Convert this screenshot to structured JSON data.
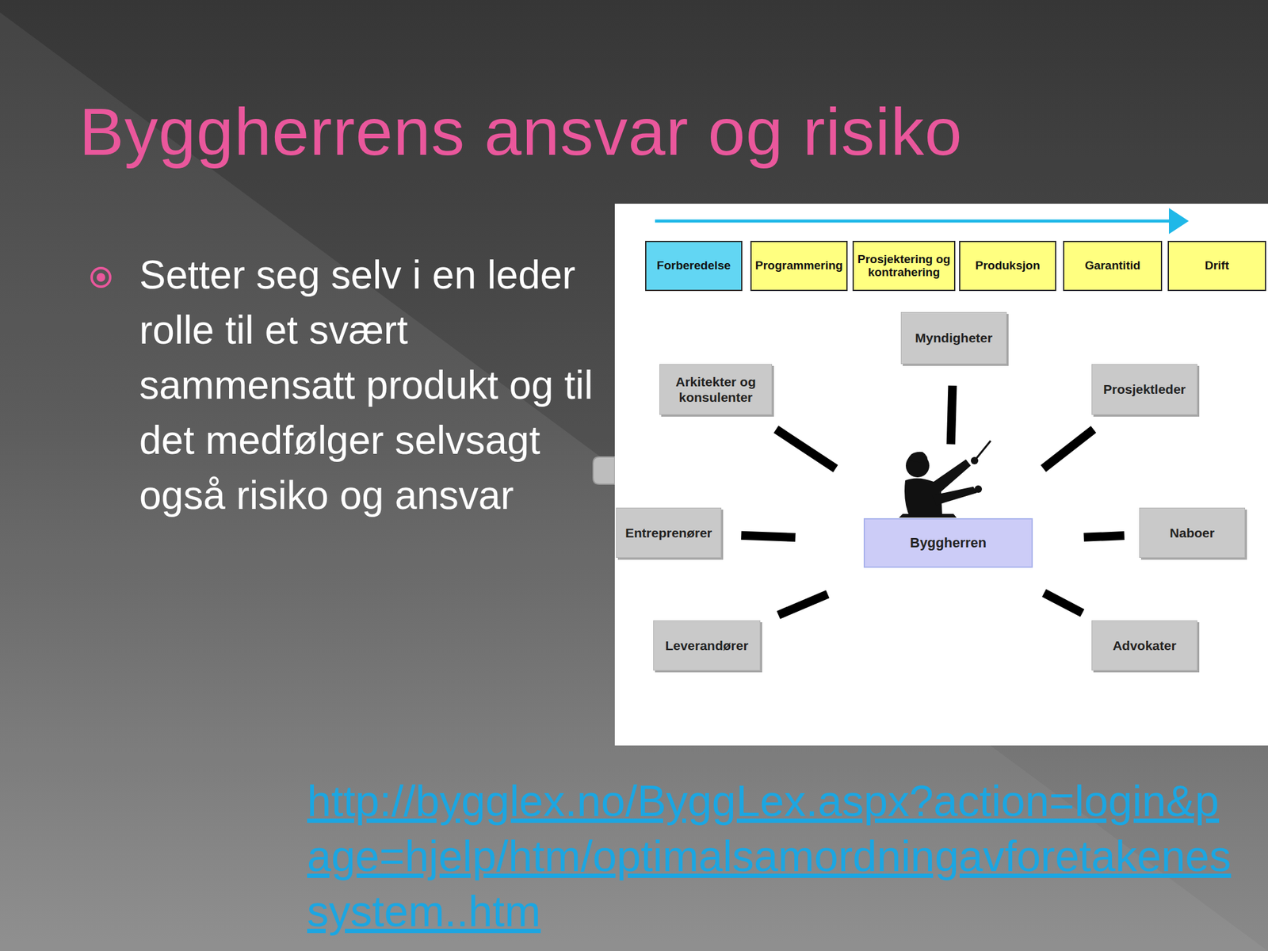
{
  "diagram": {
    "title": "Byggherrens ansvar og risiko",
    "nodes": [
      {
        "text": [
          "Forberedelse"
        ]
      },
      {
        "text": [
          "Programmering"
        ]
      },
      {
        "text": [
          "Prosjektering og kontrahering"
        ]
      },
      {
        "text": [
          "Produksjon"
        ]
      },
      {
        "text": [
          "Garantitid"
        ]
      },
      {
        "text": [
          "Drift"
        ]
      },
      {
        "text": [
          "Myndigheter"
        ]
      },
      {
        "text": [
          "Arkitekter og konsulenter"
        ]
      },
      {
        "text": [
          "Prosjektleder"
        ]
      },
      {
        "text": [
          "Entreprenører"
        ]
      },
      {
        "text": [
          "Byggherren"
        ]
      },
      {
        "text": [
          "Naboer"
        ]
      },
      {
        "text": [
          "Leverandører"
        ]
      },
      {
        "text": [
          "Advokater"
        ]
      }
    ],
    "edges": [
      {
        "from": 10,
        "to": 6,
        "arrow": "none"
      },
      {
        "from": 10,
        "to": 7,
        "arrow": "none"
      },
      {
        "from": 10,
        "to": 8,
        "arrow": "none"
      },
      {
        "from": 10,
        "to": 9,
        "arrow": "none"
      },
      {
        "from": 10,
        "to": 11,
        "arrow": "none"
      },
      {
        "from": 10,
        "to": 12,
        "arrow": "none"
      },
      {
        "from": 10,
        "to": 13,
        "arrow": "none"
      }
    ],
    "labels": [
      "Setter seg selv i en leder rolle til et svært sammensatt produkt og til det medfølger selvsagt også risiko og ansvar",
      "http://bygglex.no/ByggLex.aspx?action=login&page=hjelp/htm/optimalsamordningavforetakenessystem..htm"
    ]
  }
}
